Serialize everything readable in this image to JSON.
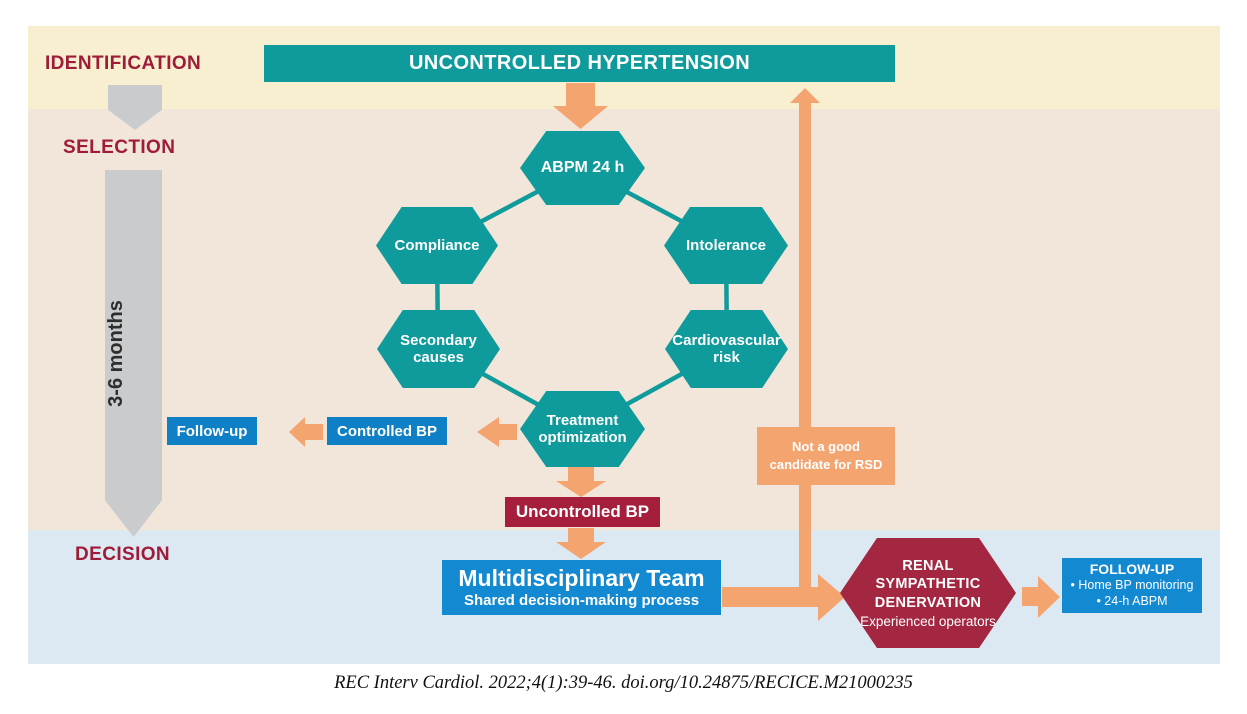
{
  "stages": {
    "identification": "IDENTIFICATION",
    "selection": "SELECTION",
    "decision": "DECISION"
  },
  "timeline_label": "3-6 months",
  "banner": "UNCONTROLLED HYPERTENSION",
  "hexagons": {
    "abpm": "ABPM 24 h",
    "compliance": "Compliance",
    "intolerance": "Intolerance",
    "secondary_causes": "Secondary causes",
    "cardiovascular_risk": "Cardiovascular risk",
    "treatment_optimization": "Treatment optimization"
  },
  "outcomes": {
    "follow_up": "Follow-up",
    "controlled_bp": "Controlled BP",
    "uncontrolled_bp": "Uncontrolled BP",
    "not_candidate": "Not a good candidate for RSD"
  },
  "decision_stage": {
    "mdt_title": "Multidisciplinary Team",
    "mdt_subtitle": "Shared decision-making process",
    "rsd": {
      "line1": "RENAL",
      "line2": "SYMPATHETIC",
      "line3": "DENERVATION",
      "subtitle": "Experienced operators"
    },
    "followup": {
      "title": "FOLLOW-UP",
      "items": [
        "• Home BP monitoring",
        "• 24-h ABPM"
      ]
    }
  },
  "footer_citation": "REC Interv Cardiol. 2022;4(1):39-46. doi.org/10.24875/RECICE.M21000235",
  "colors": {
    "teal": "#0f9a9b",
    "orange": "#f4a46f",
    "dark_red": "#a32740",
    "heading_red": "#9e1c38",
    "blue": "#1080c6",
    "band_cream": "#f8efd0",
    "band_tan": "#f2e5d9",
    "band_lightblue": "#dce9f2",
    "gray": "#c9cbcd"
  }
}
